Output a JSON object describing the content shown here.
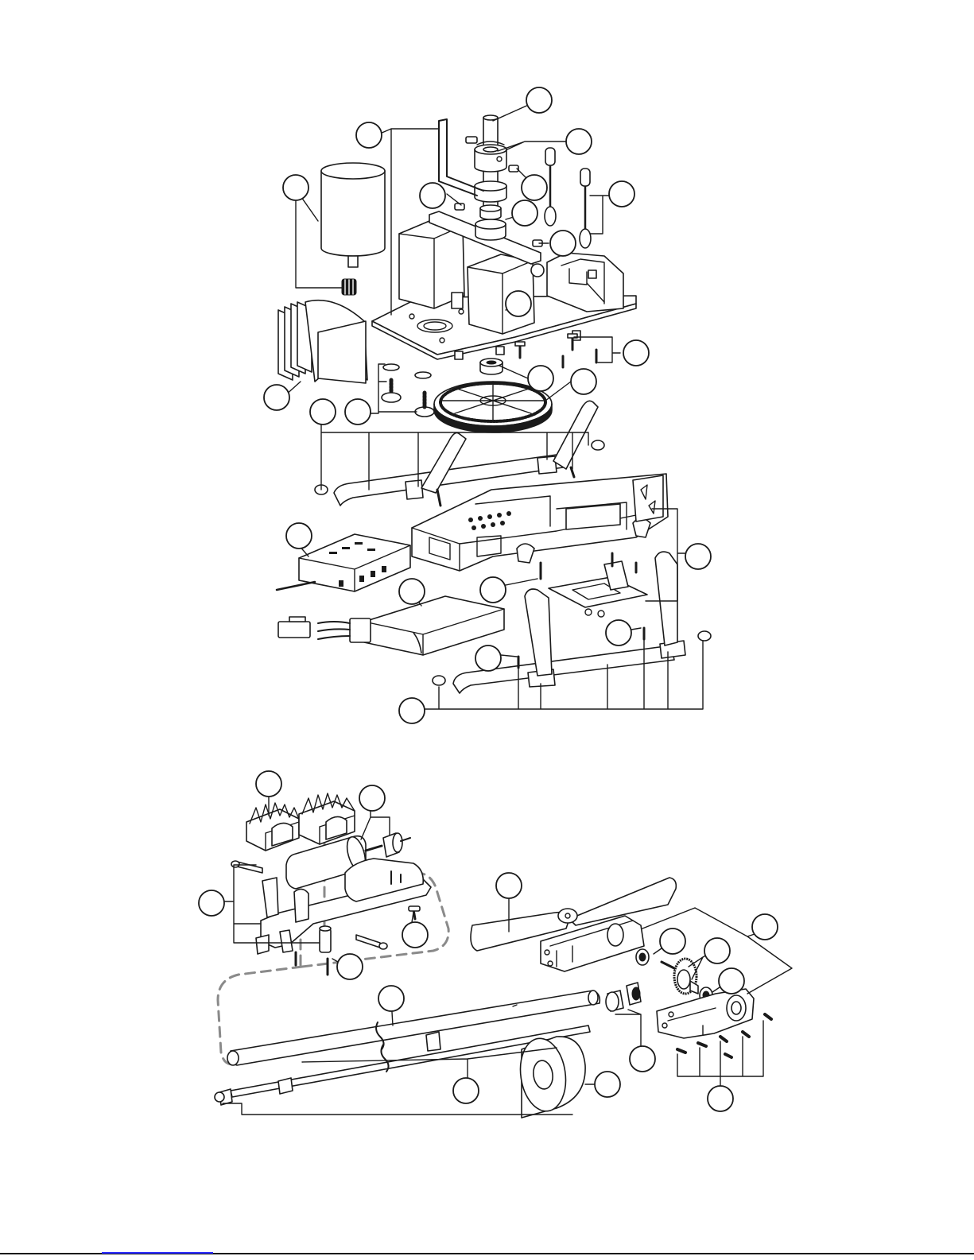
{
  "document": {
    "type": "exploded-parts-diagram",
    "callouts_labeled": false
  },
  "diagrams": [
    {
      "id": "main-frame-assembly",
      "callout_count": 24,
      "parts_shown": [
        "motor",
        "pinion",
        "heat-sink",
        "main-frame",
        "servos",
        "main-gear",
        "main-shaft",
        "collars",
        "linkage-rods",
        "receiver",
        "battery",
        "landing-skids",
        "canopy-mounts"
      ]
    },
    {
      "id": "tail-assembly",
      "callout_count": 12,
      "parts_shown": [
        "tail-motor",
        "heat-sinks",
        "tail-boom",
        "tail-gearbox",
        "tail-rotor",
        "tail-gear",
        "boom-support",
        "tape-roll"
      ]
    }
  ],
  "colors": {
    "line": "#1a1a1a",
    "fill": "#ffffff",
    "shade": "#e9e9e9",
    "dash": "#8a8a8a",
    "link": "#2a2aff"
  }
}
